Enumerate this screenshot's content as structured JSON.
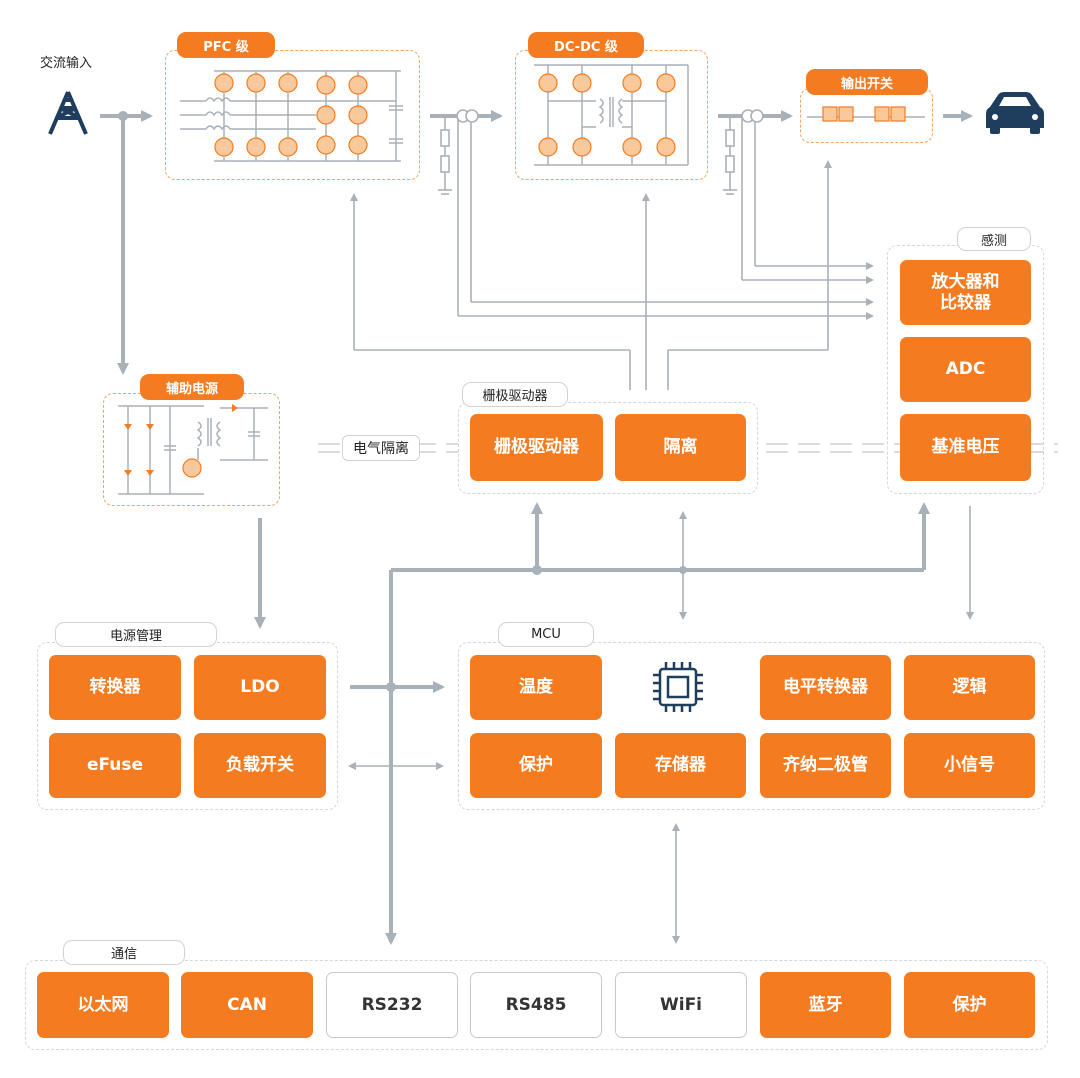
{
  "labels": {
    "ac_input": "交流输入",
    "pfc": "PFC 级",
    "dcdc": "DC-DC 级",
    "output_switch": "输出开关",
    "sensing": "感测",
    "aux_power": "辅助电源",
    "gate_driver_group": "栅极驱动器",
    "galvanic_isolation": "电气隔离",
    "power_mgmt": "电源管理",
    "mcu": "MCU",
    "comm": "通信"
  },
  "sensing_blocks": [
    "放大器和\n比较器",
    "ADC",
    "基准电压"
  ],
  "gate_blocks": [
    "栅极驱动器",
    "隔离"
  ],
  "power_blocks": [
    "转换器",
    "LDO",
    "eFuse",
    "负载开关"
  ],
  "mcu_blocks": [
    "温度",
    "电平转换器",
    "逻辑",
    "保护",
    "存储器",
    "齐纳二极管",
    "小信号"
  ],
  "comm_blocks": [
    "以太网",
    "CAN",
    "RS232",
    "RS485",
    "WiFi",
    "蓝牙",
    "保护"
  ],
  "colors": {
    "accent": "#f47b20",
    "wire": "#a9b1b8",
    "icon": "#1f3d5c"
  },
  "icons": {
    "tower": "transmission-tower-icon",
    "car": "car-icon",
    "chip": "chip-icon"
  }
}
